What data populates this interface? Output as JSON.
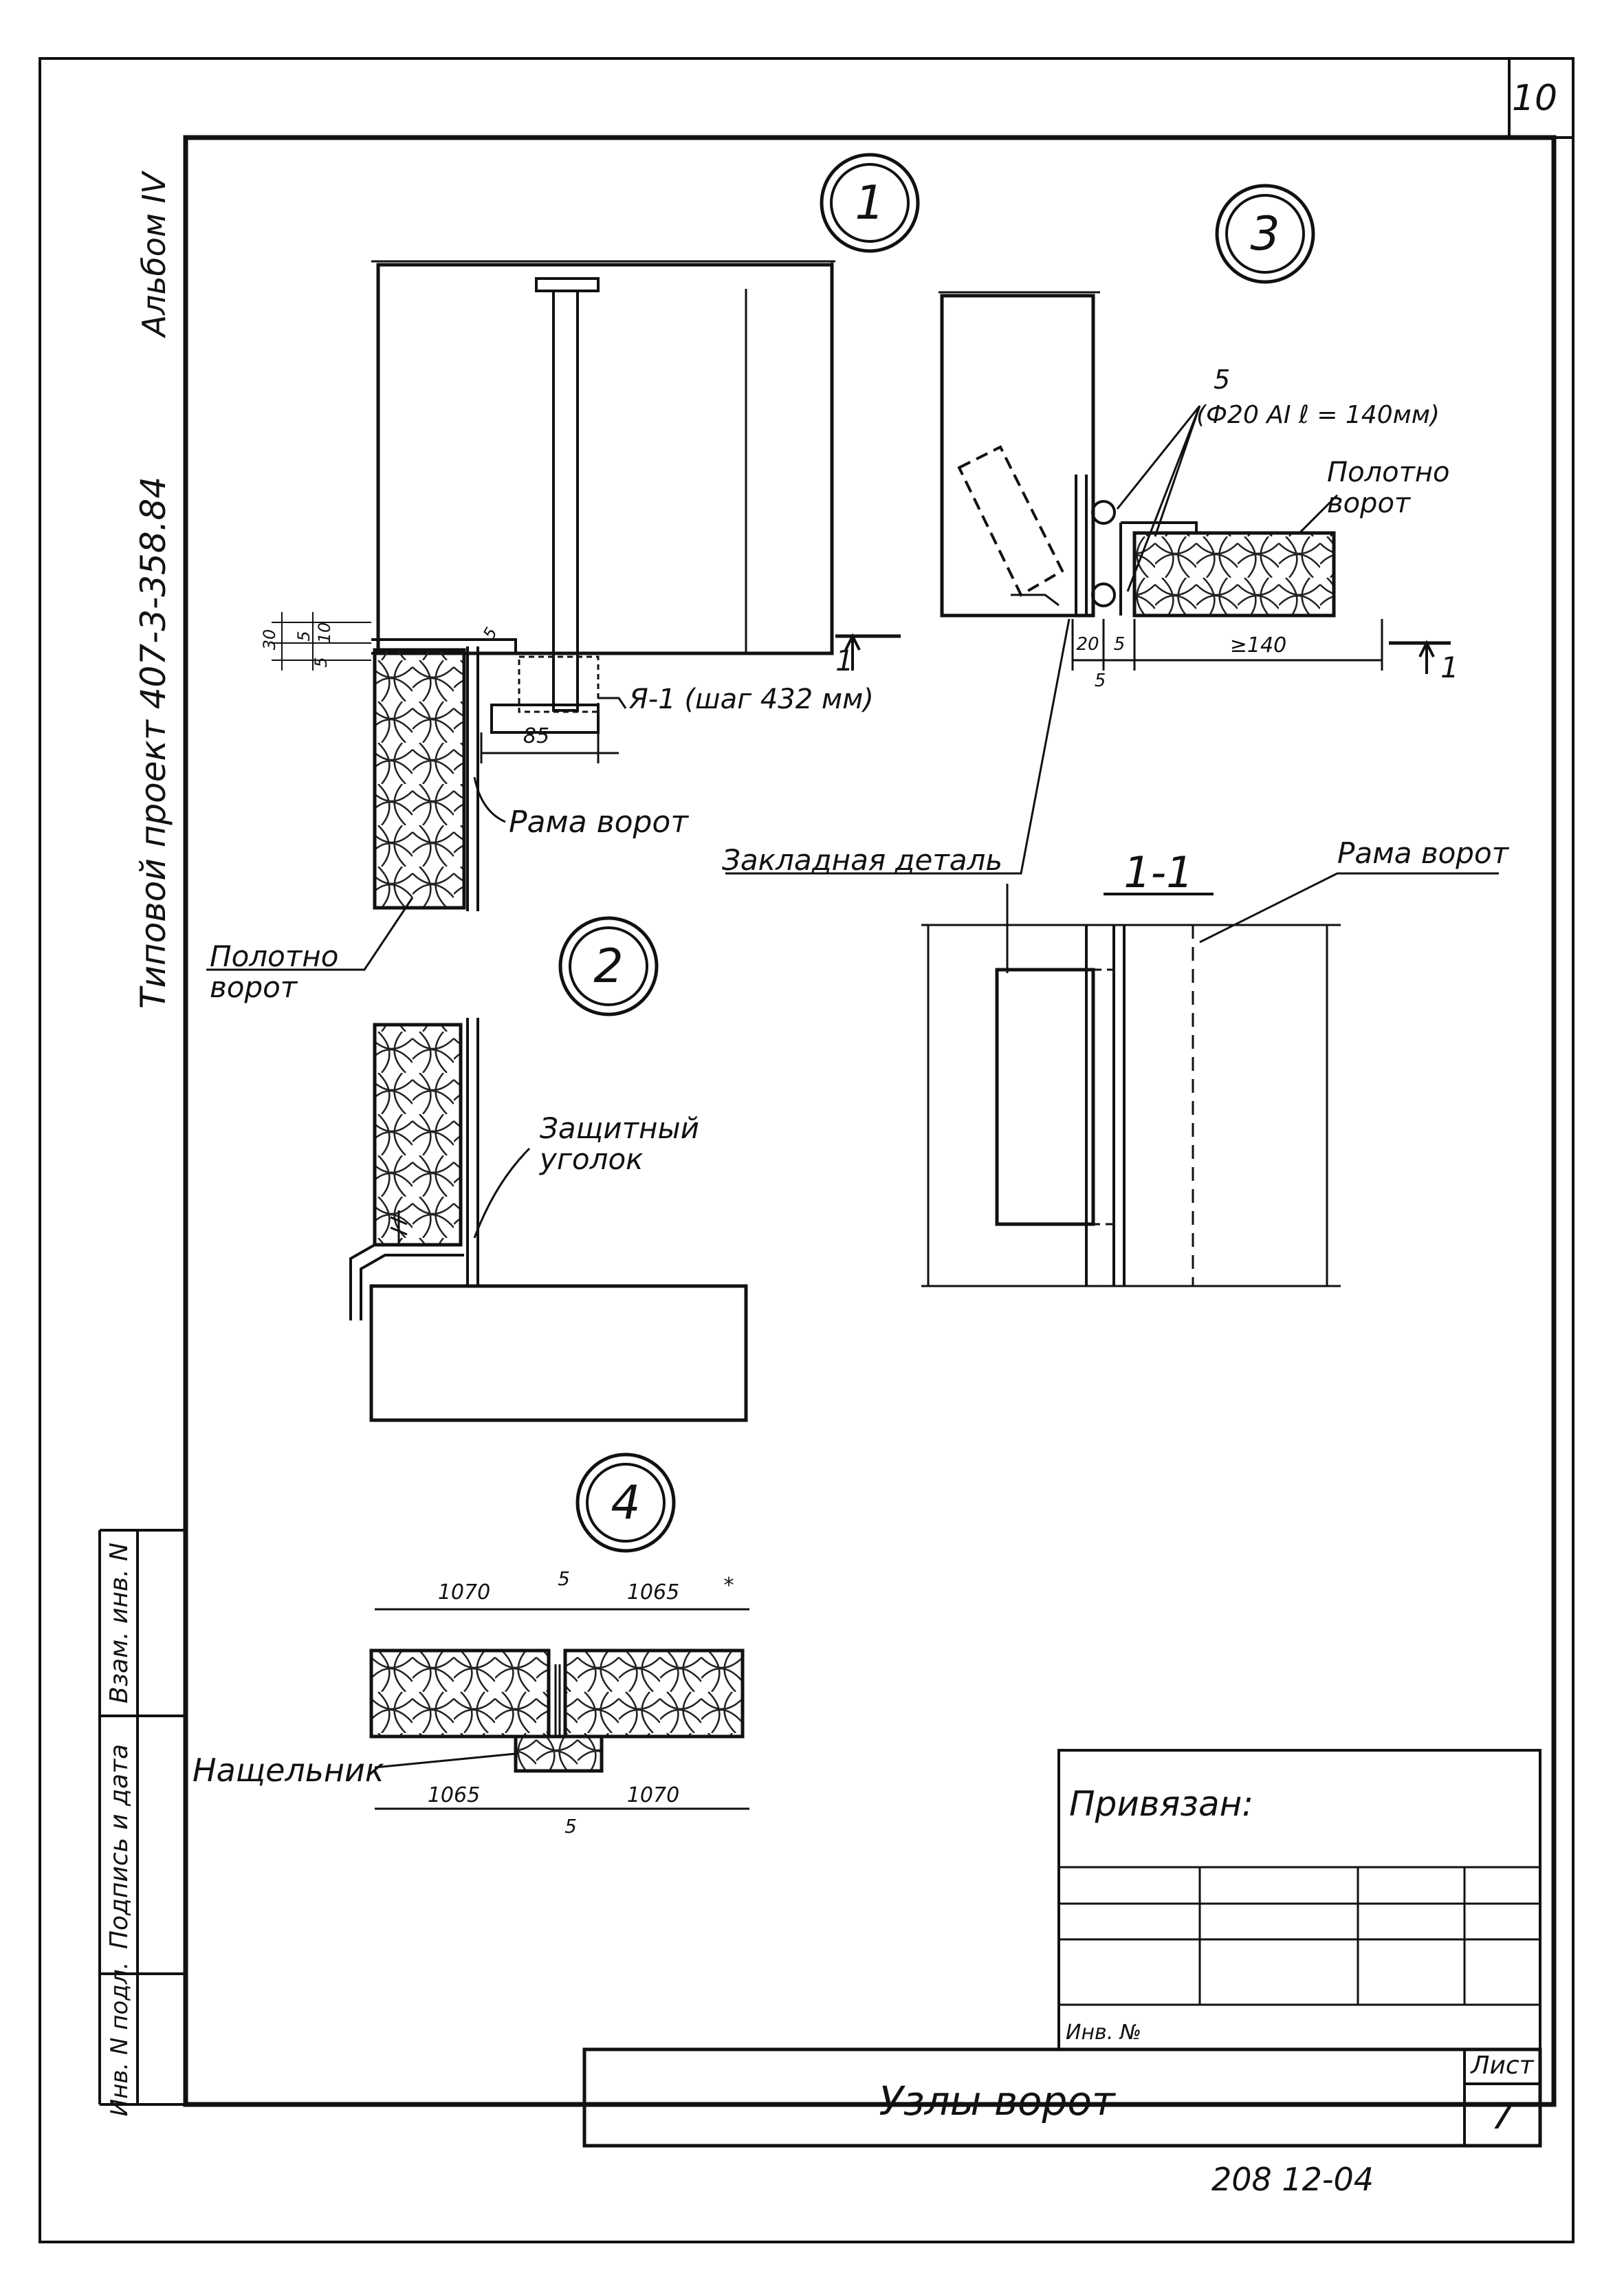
{
  "sheet": {
    "page_number": "10",
    "album": "Альбом IV",
    "project": "Типовой проект 407-3-358.84",
    "stamp_number": "208 12-04",
    "side_columns": [
      "Взам. инв. N",
      "Подпись и дата",
      "Инв. N подл."
    ]
  },
  "title_block": {
    "linked_label": "Привязан:",
    "inv_label": "Инв. №",
    "sheet_label": "Лист",
    "sheet_value": "7",
    "title": "Узлы ворот"
  },
  "node1": {
    "marker": "1",
    "dims": [
      "30",
      "5",
      "10",
      "5",
      "5",
      "85"
    ],
    "anchor_label": "Я-1 (шаг 432 мм)",
    "frame_label": "Рама ворот",
    "leaf_label_1": "Полотно",
    "leaf_label_2": "ворот",
    "section_mark": "1"
  },
  "node2": {
    "marker": "2",
    "angle_label_1": "Защитный",
    "angle_label_2": "уголок"
  },
  "node3": {
    "marker": "3",
    "rebar_count": "5",
    "rebar_spec": "(Ф20 АI ℓ = 140мм)",
    "leaf_label_1": "Полотно",
    "leaf_label_2": "ворот",
    "dims": [
      "20",
      "5",
      "5",
      "≥140"
    ],
    "section_mark": "1"
  },
  "section11": {
    "title": "1-1",
    "embedded_label": "Закладная деталь",
    "frame_label": "Рама ворот"
  },
  "node4": {
    "marker": "4",
    "dims_top": [
      "1070",
      "5",
      "1065"
    ],
    "star": "*",
    "dims_bottom": [
      "1065",
      "5",
      "1070"
    ],
    "batten_label": "Нащельник"
  }
}
